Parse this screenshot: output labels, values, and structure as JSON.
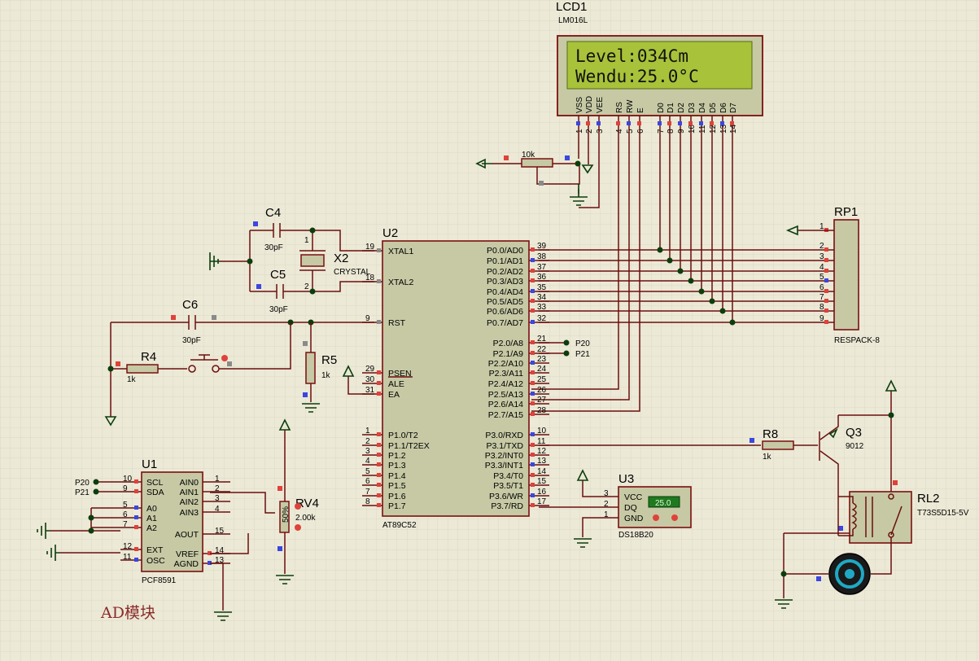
{
  "lcd": {
    "ref": "LCD1",
    "model": "LM016L",
    "line1": "Level:034Cm",
    "line2": "Wendu:25.0°C",
    "pin_labels": [
      "VSS",
      "VDD",
      "VEE",
      "RS",
      "RW",
      "E",
      "D0",
      "D1",
      "D2",
      "D3",
      "D4",
      "D5",
      "D6",
      "D7"
    ],
    "pin_numbers": [
      "1",
      "2",
      "3",
      "4",
      "5",
      "6",
      "7",
      "8",
      "9",
      "10",
      "11",
      "12",
      "13",
      "14"
    ]
  },
  "pot_lcd": {
    "value": "10k"
  },
  "mcu": {
    "ref": "U2",
    "model": "AT89C52",
    "left_pins": [
      {
        "num": "19",
        "name": "XTAL1"
      },
      {
        "num": "18",
        "name": "XTAL2"
      },
      {
        "num": "9",
        "name": "RST"
      },
      {
        "num": "29",
        "name": "PSEN"
      },
      {
        "num": "30",
        "name": "ALE"
      },
      {
        "num": "31",
        "name": "EA"
      },
      {
        "num": "1",
        "name": "P1.0/T2"
      },
      {
        "num": "2",
        "name": "P1.1/T2EX"
      },
      {
        "num": "3",
        "name": "P1.2"
      },
      {
        "num": "4",
        "name": "P1.3"
      },
      {
        "num": "5",
        "name": "P1.4"
      },
      {
        "num": "6",
        "name": "P1.5"
      },
      {
        "num": "7",
        "name": "P1.6"
      },
      {
        "num": "8",
        "name": "P1.7"
      }
    ],
    "right_pins": [
      {
        "num": "39",
        "name": "P0.0/AD0"
      },
      {
        "num": "38",
        "name": "P0.1/AD1"
      },
      {
        "num": "37",
        "name": "P0.2/AD2"
      },
      {
        "num": "36",
        "name": "P0.3/AD3"
      },
      {
        "num": "35",
        "name": "P0.4/AD4"
      },
      {
        "num": "34",
        "name": "P0.5/AD5"
      },
      {
        "num": "33",
        "name": "P0.6/AD6"
      },
      {
        "num": "32",
        "name": "P0.7/AD7"
      },
      {
        "num": "21",
        "name": "P2.0/A8"
      },
      {
        "num": "22",
        "name": "P2.1/A9"
      },
      {
        "num": "23",
        "name": "P2.2/A10"
      },
      {
        "num": "24",
        "name": "P2.3/A11"
      },
      {
        "num": "25",
        "name": "P2.4/A12"
      },
      {
        "num": "26",
        "name": "P2.5/A13"
      },
      {
        "num": "27",
        "name": "P2.6/A14"
      },
      {
        "num": "28",
        "name": "P2.7/A15"
      },
      {
        "num": "10",
        "name": "P3.0/RXD"
      },
      {
        "num": "11",
        "name": "P3.1/TXD"
      },
      {
        "num": "12",
        "name": "P3.2/INT0"
      },
      {
        "num": "13",
        "name": "P3.3/INT1"
      },
      {
        "num": "14",
        "name": "P3.4/T0"
      },
      {
        "num": "15",
        "name": "P3.5/T1"
      },
      {
        "num": "16",
        "name": "P3.6/WR"
      },
      {
        "num": "17",
        "name": "P3.7/RD"
      }
    ],
    "net_p20": "P20",
    "net_p21": "P21"
  },
  "crystal": {
    "ref": "X2",
    "type": "CRYSTAL",
    "pin1": "1",
    "pin2": "2"
  },
  "caps": {
    "c4": {
      "ref": "C4",
      "value": "30pF"
    },
    "c5": {
      "ref": "C5",
      "value": "30pF"
    },
    "c6": {
      "ref": "C6",
      "value": "30pF"
    }
  },
  "resistors": {
    "r4": {
      "ref": "R4",
      "value": "1k"
    },
    "r5": {
      "ref": "R5",
      "value": "1k"
    },
    "r8": {
      "ref": "R8",
      "value": "1k"
    }
  },
  "rp1": {
    "ref": "RP1",
    "model": "RESPACK-8",
    "pins": [
      "1",
      "2",
      "3",
      "4",
      "5",
      "6",
      "7",
      "8",
      "9"
    ]
  },
  "adc": {
    "ref": "U1",
    "model": "PCF8591",
    "left_pins": [
      {
        "num": "10",
        "name": "SCL",
        "net": "P20"
      },
      {
        "num": "9",
        "name": "SDA",
        "net": "P21"
      },
      {
        "num": "5",
        "name": "A0",
        "net": ""
      },
      {
        "num": "6",
        "name": "A1",
        "net": ""
      },
      {
        "num": "7",
        "name": "A2",
        "net": ""
      },
      {
        "num": "12",
        "name": "EXT",
        "net": ""
      },
      {
        "num": "11",
        "name": "OSC",
        "net": ""
      }
    ],
    "right_pins": [
      {
        "num": "1",
        "name": "AIN0"
      },
      {
        "num": "2",
        "name": "AIN1"
      },
      {
        "num": "3",
        "name": "AIN2"
      },
      {
        "num": "4",
        "name": "AIN3"
      },
      {
        "num": "15",
        "name": "AOUT"
      },
      {
        "num": "14",
        "name": "VREF"
      },
      {
        "num": "13",
        "name": "AGND"
      }
    ]
  },
  "rv4": {
    "ref": "RV4",
    "value": "2.00k",
    "tag": "50%"
  },
  "sensor": {
    "ref": "U3",
    "model": "DS18B20",
    "reading": "25.0",
    "pins": [
      {
        "num": "3",
        "name": "VCC"
      },
      {
        "num": "2",
        "name": "DQ"
      },
      {
        "num": "1",
        "name": "GND"
      }
    ]
  },
  "transistor": {
    "ref": "Q3",
    "model": "9012"
  },
  "relay": {
    "ref": "RL2",
    "model": "T73S5D15-5V"
  },
  "caption": "AD模块",
  "colors": {
    "background": "#ece9d6",
    "wire": "#6b0f0f",
    "body": "#c6c9a4",
    "lcd": "#a8c23a",
    "ground": "#0c3d0c"
  }
}
